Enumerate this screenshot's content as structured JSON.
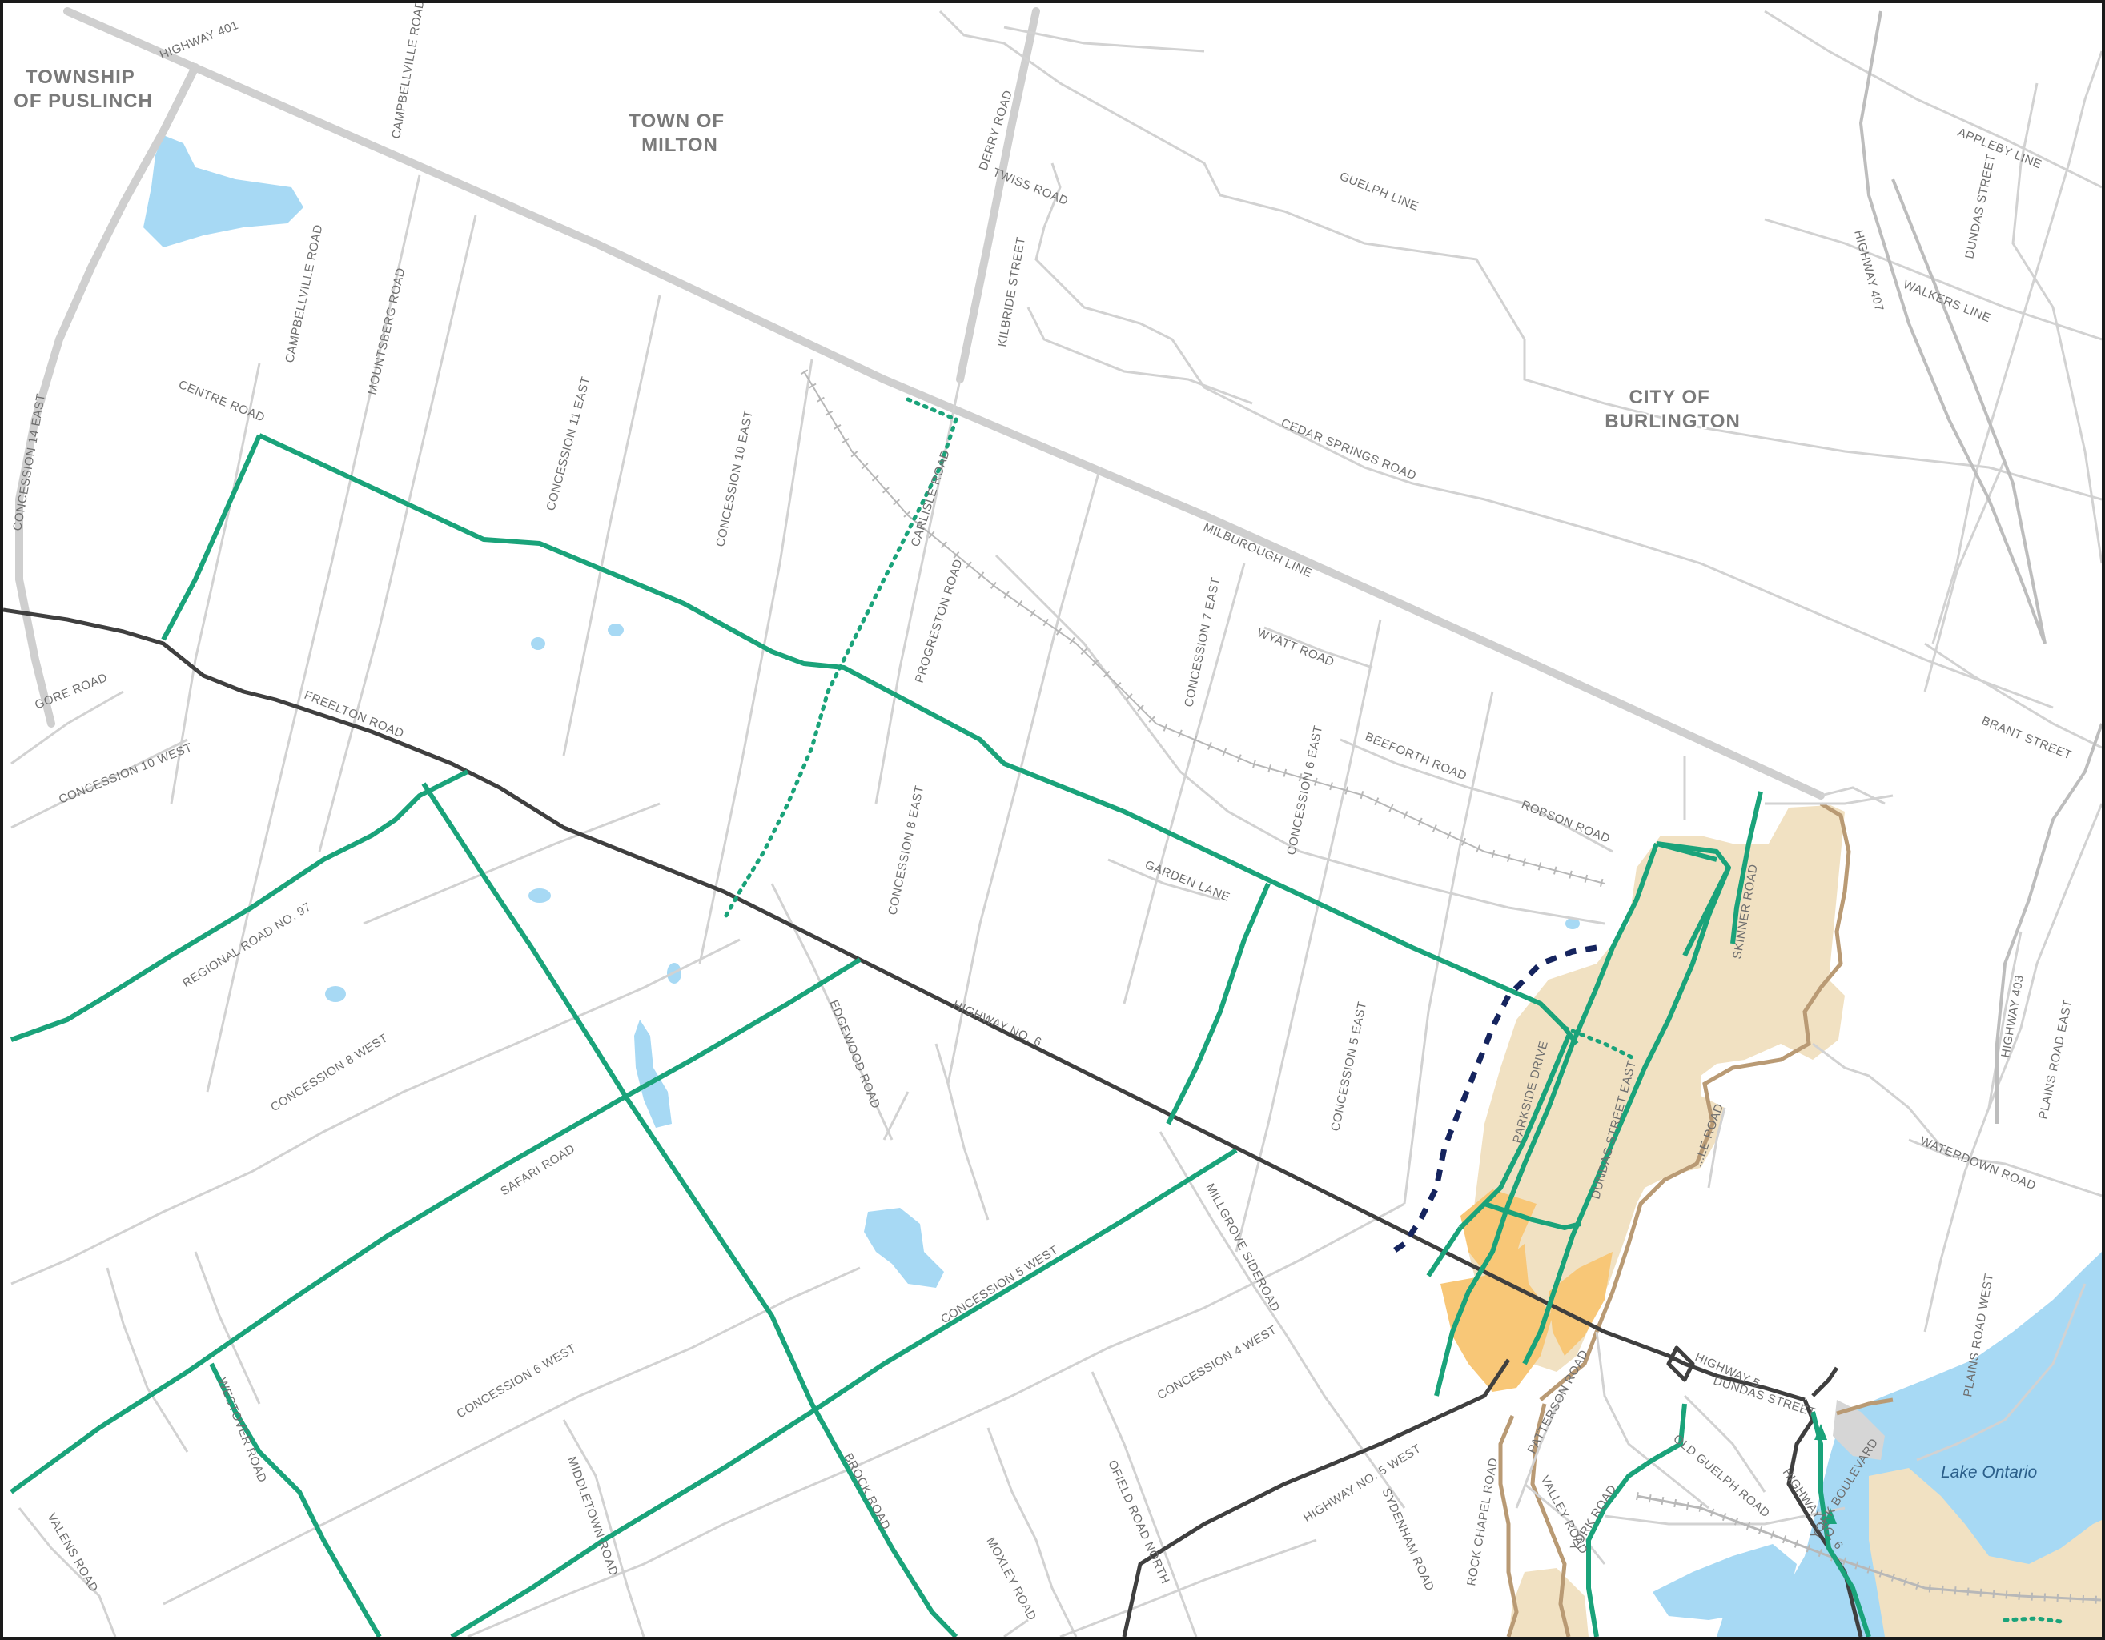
{
  "map": {
    "municipalities": [
      {
        "line1": "TOWNSHIP",
        "line2": "OF PUSLINCH"
      },
      {
        "line1": "TOWN OF",
        "line2": "MILTON"
      },
      {
        "line1": "CITY OF",
        "line2": "BURLINGTON"
      }
    ],
    "water_label": "Lake Ontario",
    "roads": {
      "highway_401": "HIGHWAY 401",
      "campbellville_road_n": "CAMPBELLVILLE ROAD",
      "campbellville_road": "CAMPBELLVILLE ROAD",
      "mountsberg_road": "MOUNTSBERG ROAD",
      "concession_14_east": "CONCESSION 14 EAST",
      "centre_road": "CENTRE ROAD",
      "concession_11_east": "CONCESSION 11 EAST",
      "concession_10_east": "CONCESSION 10 EAST",
      "derry_road": "DERRY ROAD",
      "twiss_road": "TWISS ROAD",
      "kilbride_street": "KILBRIDE STREET",
      "carlisle_road": "CARLISLE ROAD",
      "progreston_road": "PROGRESTON ROAD",
      "guelph_line": "GUELPH LINE",
      "appleby_line": "APPLEBY LINE",
      "dundas_street_n": "DUNDAS STREET",
      "highway_407": "HIGHWAY 407",
      "walkers_line": "WALKERS LINE",
      "cedar_springs_road": "CEDAR SPRINGS ROAD",
      "milburough_line": "MILBUROUGH LINE",
      "concession_7_east": "CONCESSION 7 EAST",
      "wyatt_road": "WYATT ROAD",
      "brant_street": "BRANT STREET",
      "concession_6_east": "CONCESSION 6 EAST",
      "beeforth_road": "BEEFORTH ROAD",
      "robson_road": "ROBSON ROAD",
      "gore_road": "GORE ROAD",
      "freelton_road": "FREELTON ROAD",
      "concession_10_west": "CONCESSION 10 WEST",
      "concession_8_east": "CONCESSION 8 EAST",
      "garden_lane": "GARDEN LANE",
      "skinner_road": "SKINNER ROAD",
      "regional_road_97": "REGIONAL ROAD NO. 97",
      "highway_403": "HIGHWAY 403",
      "highway_no_6": "HIGHWAY NO. 6",
      "edgewood_road": "EDGEWOOD ROAD",
      "parkside_drive": "PARKSIDE DRIVE",
      "dundas_street_east": "DUNDAS STREET EAST",
      "concession_5_east": "CONCESSION 5 EAST",
      "concession_8_west": "CONCESSION 8 WEST",
      "waterdown_road": "WATERDOWN ROAD",
      "plains_road_east": "PLAINS ROAD EAST",
      "mountain_brow_road": "...LE ROAD",
      "safari_road": "SAFARI ROAD",
      "millgrove_sideroad": "MILLGROVE SIDEROAD",
      "concession_5_west": "CONCESSION 5 WEST",
      "plains_road_west": "PLAINS ROAD WEST",
      "concession_6_west": "CONCESSION 6 WEST",
      "concession_4_west": "CONCESSION 4 WEST",
      "westover_road": "WESTOVER ROAD",
      "highway_5": "HIGHWAY 5",
      "old_guelph_road": "OLD GUELPH ROAD",
      "patterson_road": "PATTERSON ROAD",
      "valley_road": "VALLEY ROAD",
      "york_road": "YORK ROAD",
      "middletown_road": "MIDDLETOWN ROAD",
      "brock_road": "BROCK ROAD",
      "ofield_road_north": "OFIELD ROAD NORTH",
      "highway_no_5_west": "HIGHWAY NO. 5 WEST",
      "sydenham_road": "SYDENHAM ROAD",
      "rock_chapel_road": "ROCK CHAPEL ROAD",
      "valens_road": "VALENS ROAD",
      "moxley_road": "MOXLEY ROAD",
      "york_boulevard": "YORK BOULEVARD",
      "highway_6_403": "HIGHWAY NO. 6",
      "dundas_street_w": "DUNDAS STREET"
    },
    "colors": {
      "background": "#ffffff",
      "minor_road": "#d2d2d2",
      "boundary": "#c4c4c4",
      "green_route": "#1aa37a",
      "highway": "#3f3f3f",
      "dashed_navy": "#15245e",
      "urban_area": "#f1e1c2",
      "orange_area": "#f8c777",
      "water": "#a7d9f4",
      "escarpment": "#b99a74"
    }
  }
}
